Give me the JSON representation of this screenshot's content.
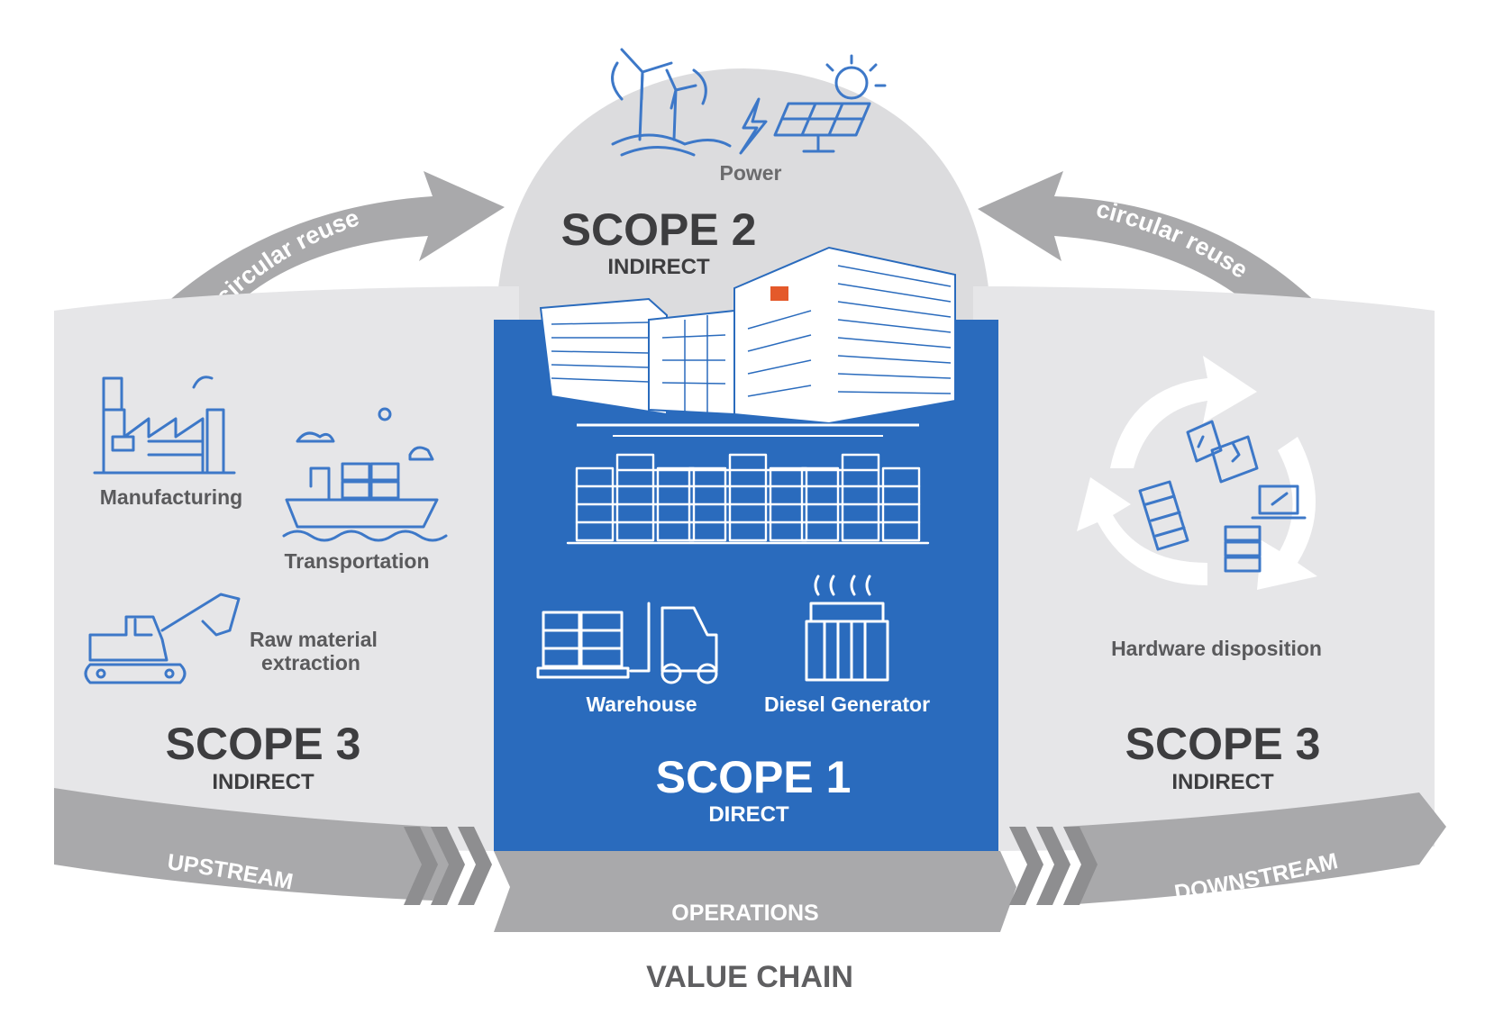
{
  "colors": {
    "background": "#ffffff",
    "panel_grey": "#e6e6e8",
    "dome_grey": "#dcdcde",
    "band_grey": "#a9a9ab",
    "band_dark": "#8e8e90",
    "scope1_blue": "#2a6bbd",
    "icon_blue": "#3d78c8",
    "heading_dark": "#3d3d3f"
  },
  "icons": {
    "wind_turbines": "wind-turbines-icon",
    "lightning": "lightning-bolt-icon",
    "solar_panel": "solar-panel-icon",
    "factory": "factory-icon",
    "cargo_ship": "cargo-ship-icon",
    "excavator": "excavator-icon",
    "datacenter": "datacenter-building-icon",
    "server_racks": "server-rack-icon",
    "forklift": "forklift-icon",
    "generator": "diesel-generator-icon",
    "recycle": "recycle-arrows-icon"
  },
  "scope2": {
    "title": "SCOPE 2",
    "subtitle": "INDIRECT",
    "power_label": "Power"
  },
  "scope1": {
    "title": "SCOPE 1",
    "subtitle": "DIRECT",
    "warehouse_label": "Warehouse",
    "generator_label": "Diesel Generator"
  },
  "scope3_left": {
    "title": "SCOPE 3",
    "subtitle": "INDIRECT",
    "manufacturing_label": "Manufacturing",
    "transportation_label": "Transportation",
    "raw_label_line1": "Raw material",
    "raw_label_line2": "extraction"
  },
  "scope3_right": {
    "title": "SCOPE 3",
    "subtitle": "INDIRECT",
    "hardware_label": "Hardware disposition"
  },
  "circular": {
    "left_label": "circular reuse",
    "right_label": "circular reuse"
  },
  "value_chain": {
    "upstream": "UPSTREAM",
    "operations": "OPERATIONS",
    "downstream": "DOWNSTREAM",
    "caption": "VALUE CHAIN"
  }
}
